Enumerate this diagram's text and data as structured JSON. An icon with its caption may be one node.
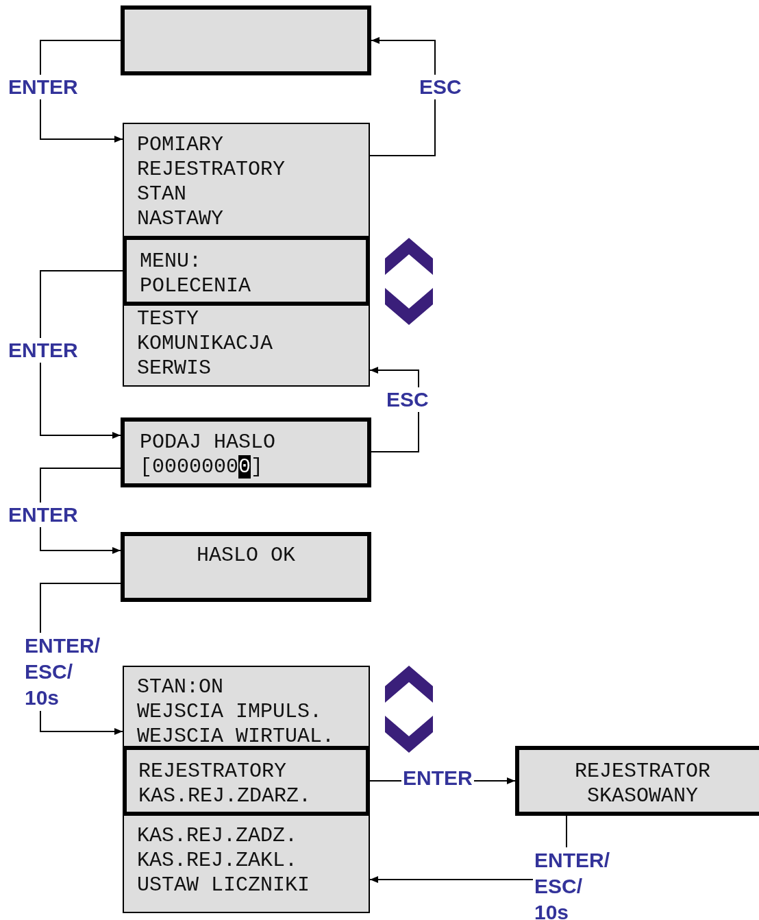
{
  "diagram": {
    "nodes": [
      {
        "text": [],
        "shape": "box"
      },
      {
        "text": [
          "POMIARY",
          "REJESTRATORY",
          "STAN",
          "NASTAWY",
          "TESTY",
          "KOMUNIKACJA",
          "SERWIS"
        ]
      },
      {
        "text": [
          "MENU:",
          "POLECENIA"
        ],
        "in": 1
      },
      {
        "text": [
          "PODAJ HASLO",
          "[00000000]"
        ]
      },
      {
        "text": [
          "HASLO OK"
        ]
      },
      {
        "text": [
          "STAN:ON",
          "WEJSCIA IMPULS.",
          "WEJSCIA WIRTUAL.",
          "KAS.REJ.ZADZ.",
          "KAS.REJ.ZAKL.",
          "USTAW LICZNIKI"
        ]
      },
      {
        "text": [
          "REJESTRATORY",
          "KAS.REJ.ZDARZ."
        ],
        "in": 5
      },
      {
        "text": [
          "REJESTRATOR SKASOWANY"
        ]
      }
    ],
    "edges": [
      {
        "from": 0,
        "to": 1,
        "arrow": "to",
        "label": "ENTER"
      },
      {
        "from": 1,
        "to": 0,
        "arrow": "to",
        "label": "ESC"
      },
      {
        "from": 2,
        "to": 3,
        "arrow": "to",
        "label": "ENTER"
      },
      {
        "from": 3,
        "to": 1,
        "arrow": "to",
        "label": "ESC"
      },
      {
        "from": 3,
        "to": 4,
        "arrow": "to",
        "label": "ENTER"
      },
      {
        "from": 4,
        "to": 5,
        "arrow": "to",
        "label": "ENTER/ ESC/ 10s"
      },
      {
        "from": 6,
        "to": 7,
        "arrow": "to",
        "label": "ENTER"
      },
      {
        "from": 7,
        "to": 5,
        "arrow": "to",
        "label": "ENTER/ ESC/ 10s"
      }
    ]
  }
}
